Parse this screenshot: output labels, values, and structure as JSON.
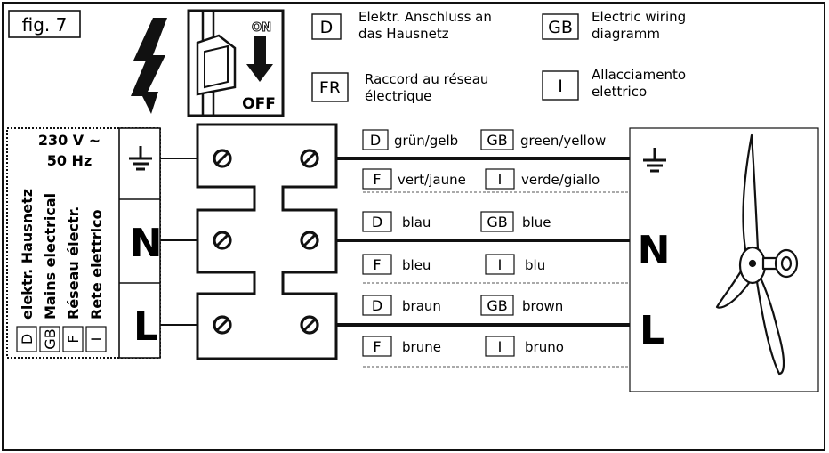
{
  "figure": {
    "label": "fig. 7"
  },
  "switch": {
    "on": "ON",
    "off": "OFF"
  },
  "legend": [
    {
      "code": "D",
      "line1": "Elektr. Anschluss an",
      "line2": "das Hausnetz"
    },
    {
      "code": "GB",
      "line1": "Electric wiring",
      "line2": "diagramm"
    },
    {
      "code": "FR",
      "line1": "Raccord au réseau",
      "line2": "électrique"
    },
    {
      "code": "I",
      "line1": "Allacciamento",
      "line2": "elettrico"
    }
  ],
  "mains": {
    "voltage": "230 V ~",
    "frequency": "50 Hz",
    "lines": [
      {
        "code": "D",
        "text": "elektr. Hausnetz"
      },
      {
        "code": "GB",
        "text": "Mains electrical"
      },
      {
        "code": "F",
        "text": "Réseau électr."
      },
      {
        "code": "I",
        "text": "Rete elettrico"
      }
    ]
  },
  "terminals": {
    "n": "N",
    "l": "L"
  },
  "wires": {
    "earth": {
      "d": "grün/gelb",
      "gb": "green/yellow",
      "f": "vert/jaune",
      "i": "verde/giallo"
    },
    "neutral": {
      "d": "blau",
      "gb": "blue",
      "f": "bleu",
      "i": "blu"
    },
    "live": {
      "d": "braun",
      "gb": "brown",
      "f": "brune",
      "i": "bruno"
    }
  },
  "codes": {
    "d": "D",
    "gb": "GB",
    "f": "F",
    "i": "I"
  }
}
